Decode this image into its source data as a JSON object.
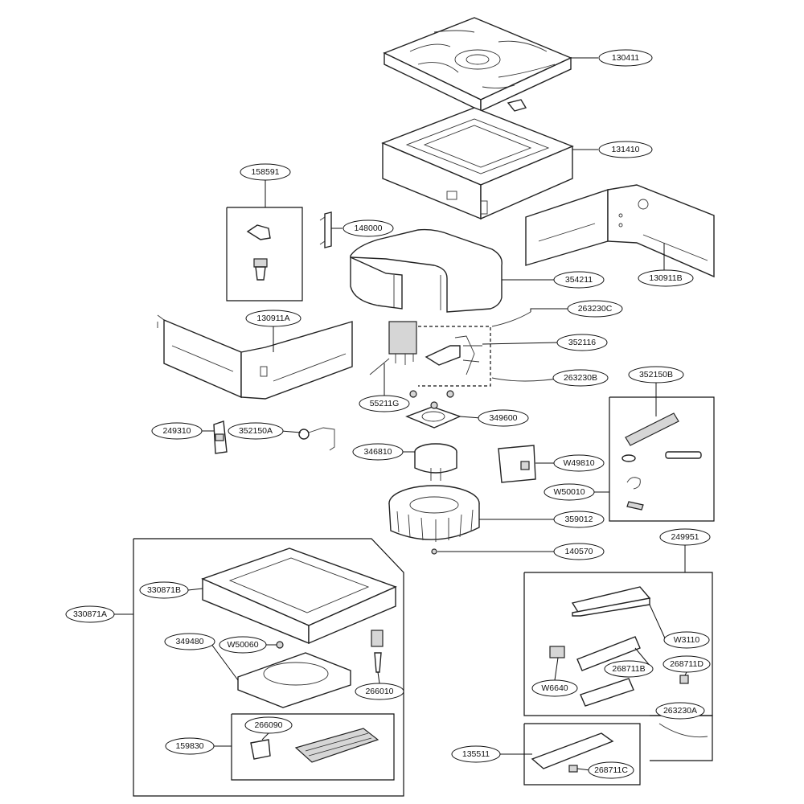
{
  "labels": {
    "p130411": "130411",
    "p131410": "131410",
    "p158591": "158591",
    "p148000": "148000",
    "p354211": "354211",
    "p130911B": "130911B",
    "p263230C": "263230C",
    "p130911A": "130911A",
    "p352116": "352116",
    "p263230B": "263230B",
    "p55211G": "55211G",
    "p352150B": "352150B",
    "p349600": "349600",
    "p249310": "249310",
    "p352150A": "352150A",
    "p346810": "346810",
    "pW49810": "W49810",
    "pW50010": "W50010",
    "p359012": "359012",
    "p140570": "140570",
    "p249951": "249951",
    "p330871B": "330871B",
    "p330871A": "330871A",
    "p349480": "349480",
    "pW50060": "W50060",
    "pW3110": "W3110",
    "p268711D": "268711D",
    "p268711B": "268711B",
    "pW6640": "W6640",
    "p266010": "266010",
    "p263230A": "263230A",
    "p266090": "266090",
    "p159830": "159830",
    "p135511": "135511",
    "p268711C": "268711C"
  }
}
